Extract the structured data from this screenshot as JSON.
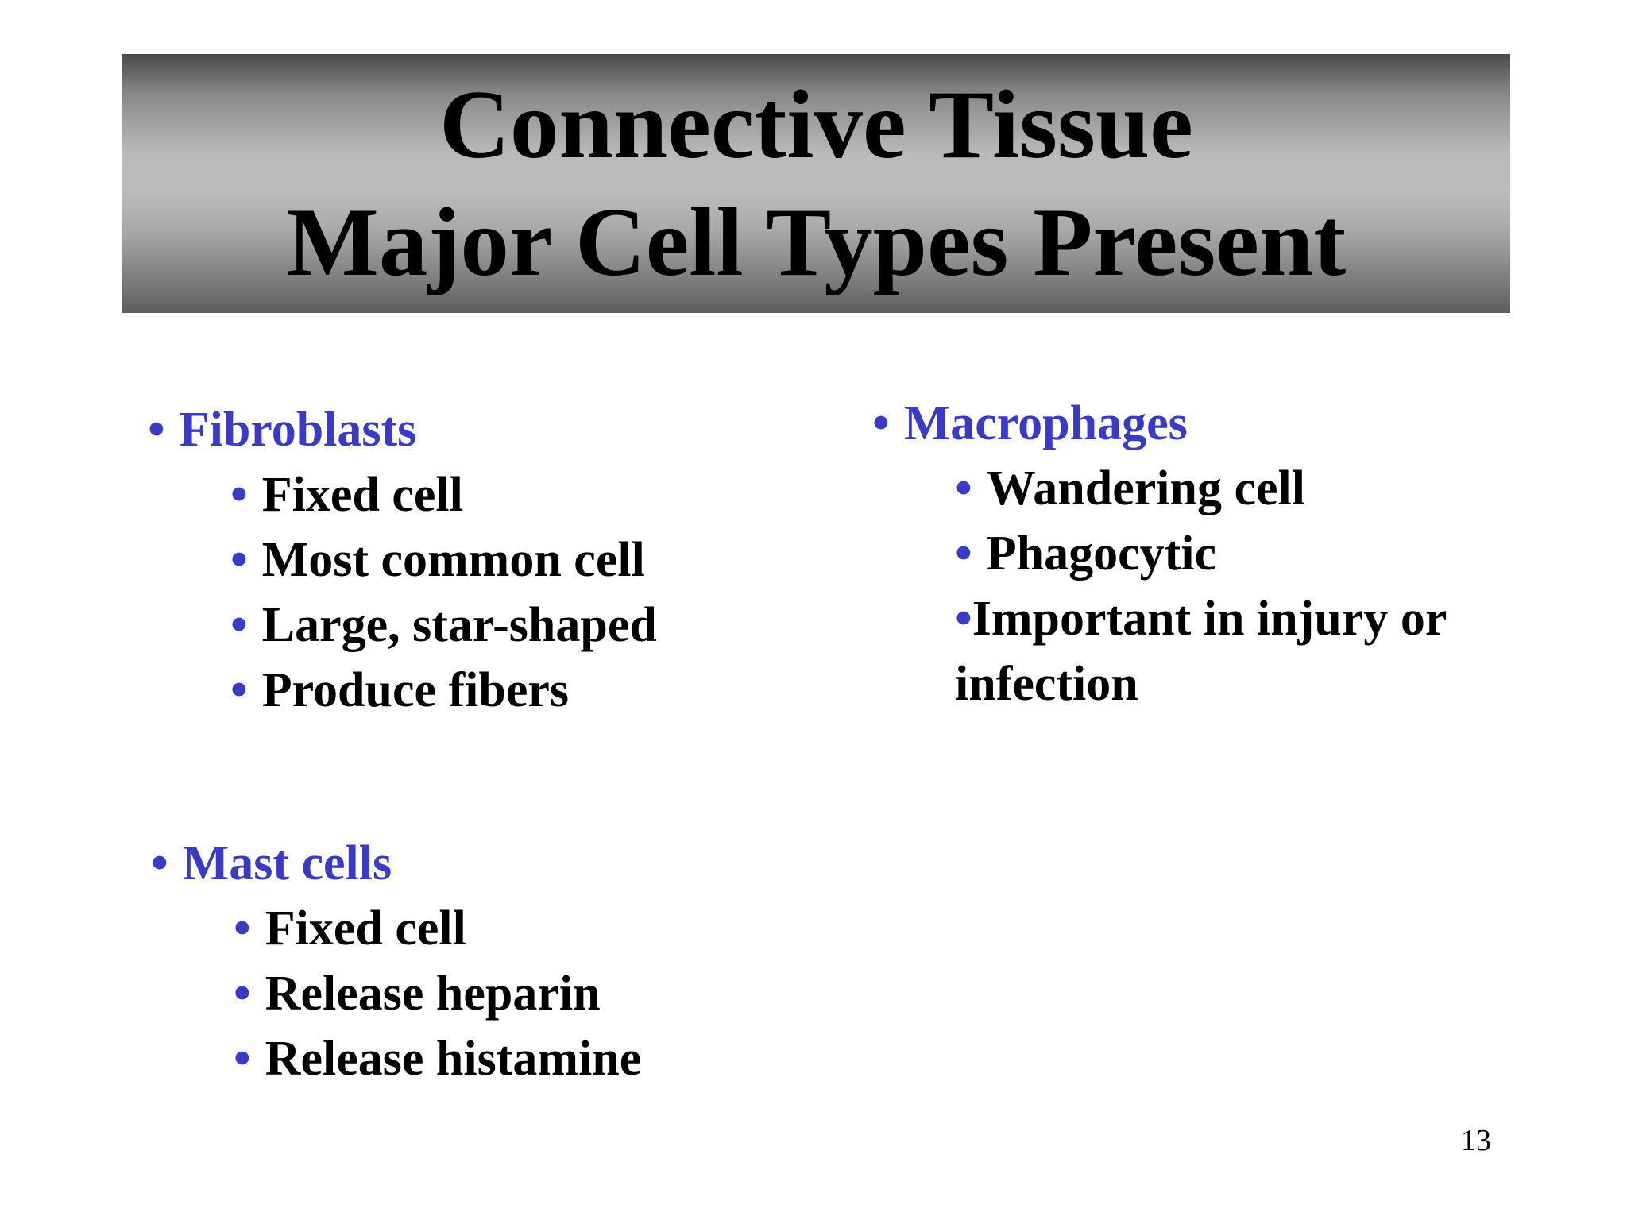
{
  "slide": {
    "title_line1": "Connective Tissue",
    "title_line2": "Major Cell Types Present",
    "bullet_symbol": "•",
    "page_number": "13"
  },
  "fibroblasts": {
    "heading": "Fibroblasts",
    "items": [
      "Fixed cell",
      "Most common cell",
      "Large, star-shaped",
      "Produce fibers"
    ]
  },
  "macrophages": {
    "heading": "Macrophages",
    "items": [
      "Wandering cell",
      "Phagocytic",
      "Important in injury or infection"
    ]
  },
  "mast_cells": {
    "heading": "Mast cells",
    "items": [
      "Fixed cell",
      "Release heparin",
      "Release histamine"
    ]
  },
  "colors": {
    "heading_blue": "#3a3ac8",
    "text_black": "#000000",
    "title_bar_gray": "#b9b9b9"
  }
}
